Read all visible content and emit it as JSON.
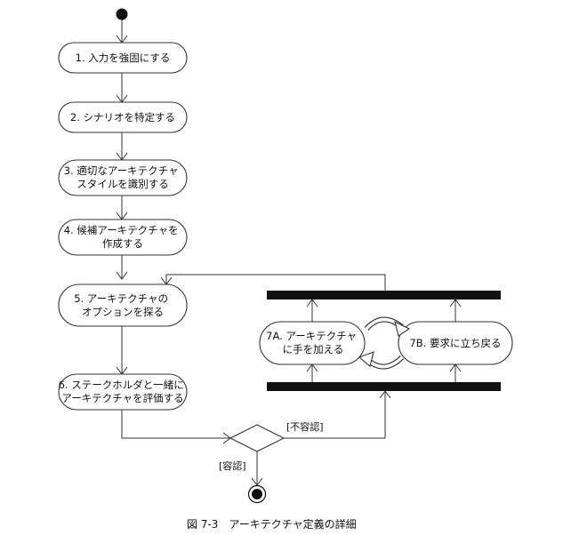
{
  "steps": {
    "s1": [
      "1. 入力を強固にする"
    ],
    "s2": [
      "2. シナリオを特定する"
    ],
    "s3": [
      "3. 適切なアーキテクチャ",
      "スタイルを識別する"
    ],
    "s4": [
      "4. 候補アーキテクチャを",
      "作成する"
    ],
    "s5": [
      "5. アーキテクチャの",
      "オプションを探る"
    ],
    "s6": [
      "6. ステークホルダと一緒に",
      "アーキテクチャを評価する"
    ],
    "s7a": [
      "7A. アーキテクチャ",
      "に手を加える"
    ],
    "s7b": [
      "7B. 要求に立ち戻る"
    ]
  },
  "guards": {
    "rejected": "[不容認]",
    "accepted": "[容認]"
  },
  "caption": "図 7-3　アーキテクチャ定義の詳細"
}
